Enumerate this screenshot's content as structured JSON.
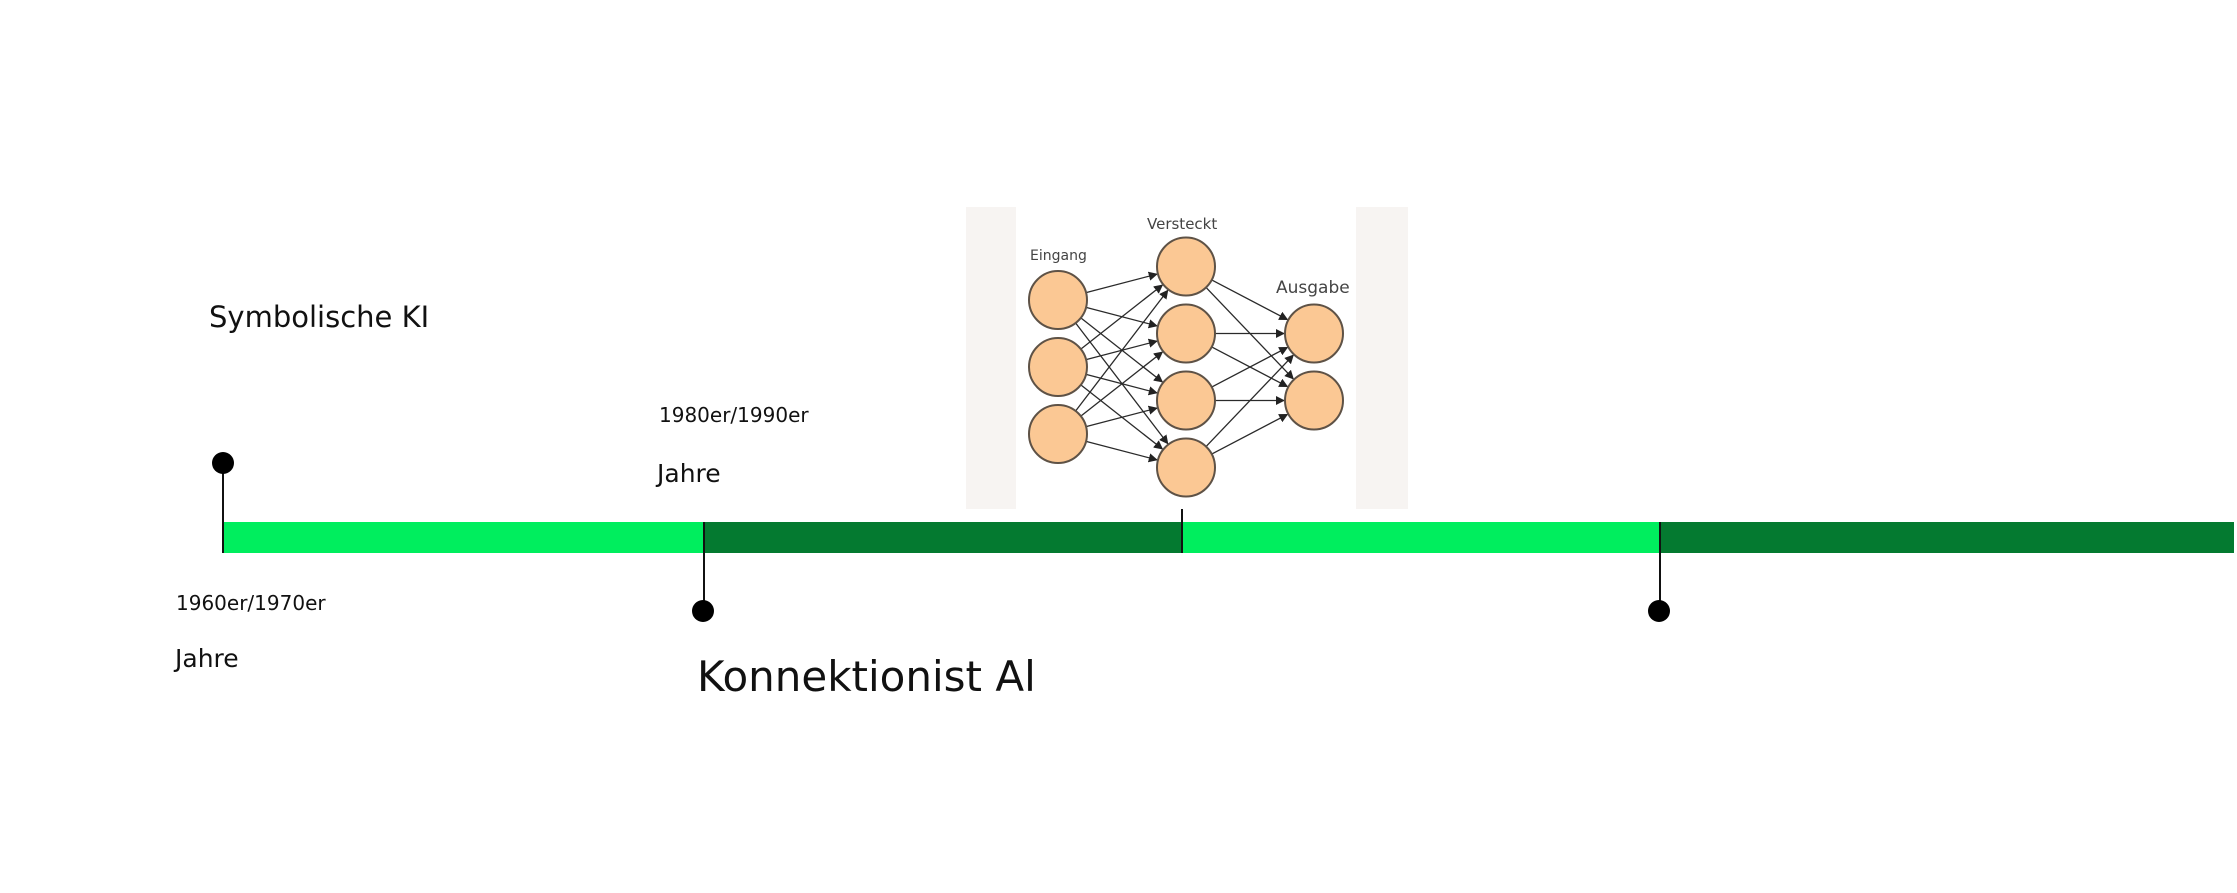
{
  "colors": {
    "bar_light": "#00ee5e",
    "bar_dark": "#047a30",
    "dot": "#000000",
    "neuron_fill": "#fbc894",
    "neuron_stroke": "#5e5246",
    "figure_bg": "#f7f4f2"
  },
  "timeline": {
    "milestones": [
      {
        "title": "Symbolische KI",
        "period_line1": "1960er/1970er",
        "period_line2": "Jahre"
      },
      {
        "title": "Konnektionist Al",
        "period_line1": "1980er/1990er",
        "period_line2": "Jahre"
      },
      {
        "title": "",
        "period_line1": "",
        "period_line2": ""
      }
    ]
  },
  "network": {
    "input_label": "Eingang",
    "hidden_label": "Versteckt",
    "output_label": "Ausgabe",
    "input_count": 3,
    "hidden_count": 4,
    "output_count": 2
  }
}
